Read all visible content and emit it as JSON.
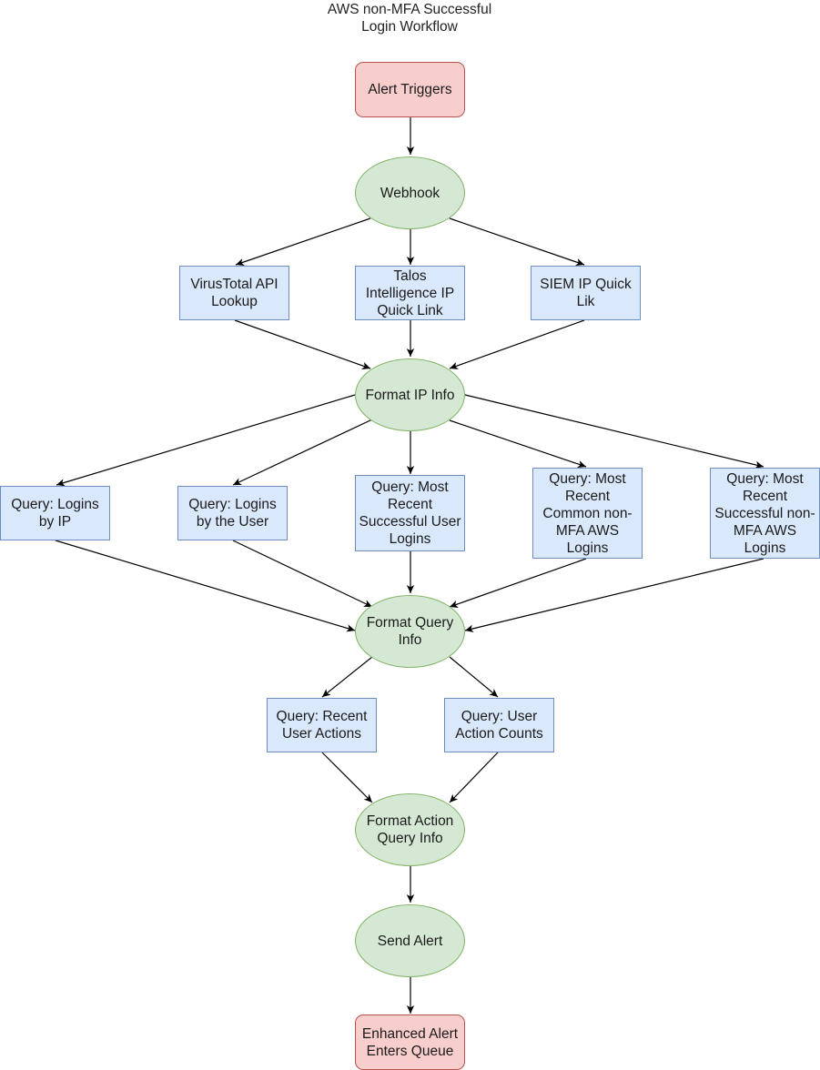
{
  "title": {
    "line1": "AWS non-MFA Successful",
    "line2": "Login Workflow"
  },
  "nodes": {
    "alert_triggers": "Alert Triggers",
    "webhook": "Webhook",
    "virustotal": "VirusTotal API Lookup",
    "talos": "Talos Intelligence IP Quick Link",
    "siem": "SIEM IP Quick Lik",
    "format_ip": "Format IP Info",
    "q_logins_ip": "Query: Logins by IP",
    "q_logins_user": "Query: Logins by the User",
    "q_most_recent_user": "Query: Most Recent Successful User Logins",
    "q_common_nonmfa": "Query: Most Recent Common non-MFA AWS Logins",
    "q_successful_nonmfa": "Query: Most Recent Successful non-MFA AWS Logins",
    "format_query": "Format Query Info",
    "q_recent_actions": "Query: Recent User Actions",
    "q_action_counts": "Query: User Action Counts",
    "format_action": "Format Action Query Info",
    "send_alert": "Send Alert",
    "enhanced_alert": "Enhanced Alert Enters Queue"
  },
  "colors": {
    "process_fill": "#dae8fc",
    "process_stroke": "#6c8ebf",
    "step_fill": "#d5e8d4",
    "step_stroke": "#82b366",
    "terminal_fill": "#f8cecc",
    "terminal_stroke": "#b85450",
    "edge": "#000000"
  }
}
